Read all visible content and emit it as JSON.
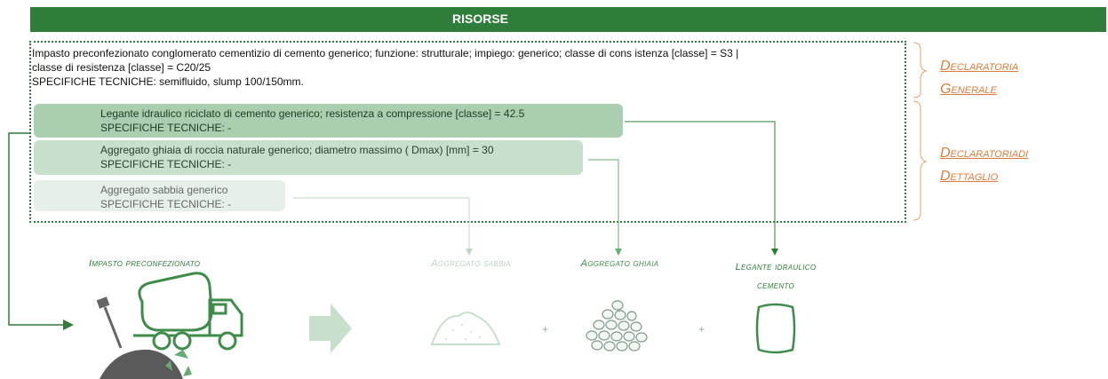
{
  "header": {
    "title": "RISORSE"
  },
  "general": {
    "line1": "Impasto preconfezionato conglomerato cementizio di cemento generico; funzione: strutturale; impiego: generico; classe di cons  istenza [classe] = S3 |",
    "line2": "classe di resistenza [classe] = C20/25",
    "line3": "SPECIFICHE TECNICHE: semifluido, slump 100/150mm."
  },
  "components": [
    {
      "line1": "Legante idraulico riciclato di cemento generico; resistenza a compressione [classe] = 42.5",
      "line2": "SPECIFICHE TECNICHE: -",
      "color": "#a9cfb0"
    },
    {
      "line1": "Aggregato ghiaia di roccia naturale generico; diametro massimo ( Dmax) [mm] = 30",
      "line2": "SPECIFICHE TECNICHE: -",
      "color": "#c8dfcc"
    },
    {
      "line1": "Aggregato sabbia generico",
      "line2": "SPECIFICHE TECNICHE: -",
      "color": "#e6efe8"
    }
  ],
  "side_labels": {
    "general": {
      "line1": "Declaratoria",
      "line2": "Generale"
    },
    "detail": {
      "line1": "Declaratoriadi",
      "line2": "Dettaglio"
    }
  },
  "bottom": {
    "impasto": "Impasto preconfezionato",
    "sabbia": "Aggregato sabbia",
    "ghiaia": "Aggregato ghiaia",
    "legante_line1": "Legante idraulico",
    "legante_line2": "cemento",
    "plus1": "+",
    "plus2": "+"
  },
  "colors": {
    "header": "#2e7d3a",
    "accent": "#e07b39",
    "icon": "#3e8c4a"
  },
  "icons": [
    "concrete-mixer-truck-icon",
    "recycle-icon",
    "shovel-icon",
    "arrow-right-icon",
    "sand-pile-icon",
    "gravel-pile-icon",
    "cement-bag-icon"
  ]
}
